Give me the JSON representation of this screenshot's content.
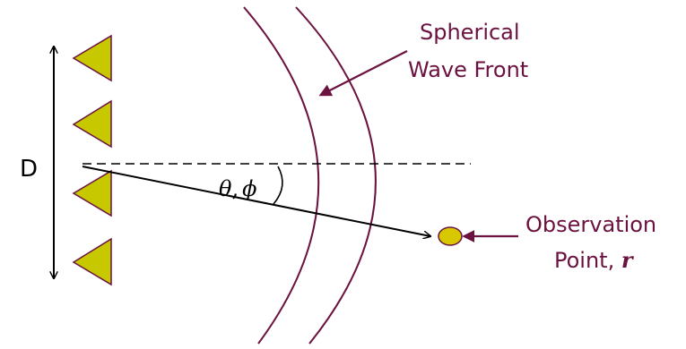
{
  "labels": {
    "aperture_size": "D",
    "angle_theta": "θ",
    "angle_sep": ",",
    "angle_phi": "ϕ",
    "wavefront_line1": "Spherical",
    "wavefront_line2": "Wave Front",
    "observation_line1": "Observation",
    "observation_line2": "Point, ",
    "observation_symbol": "r"
  },
  "elements": {
    "count": 4
  },
  "colors": {
    "wavefront": "#6b1240",
    "label_text": "#6b1240",
    "element_fill": "#c8c800",
    "element_stroke": "#6b1240",
    "observation_fill": "#d8c800",
    "black": "#000000"
  }
}
